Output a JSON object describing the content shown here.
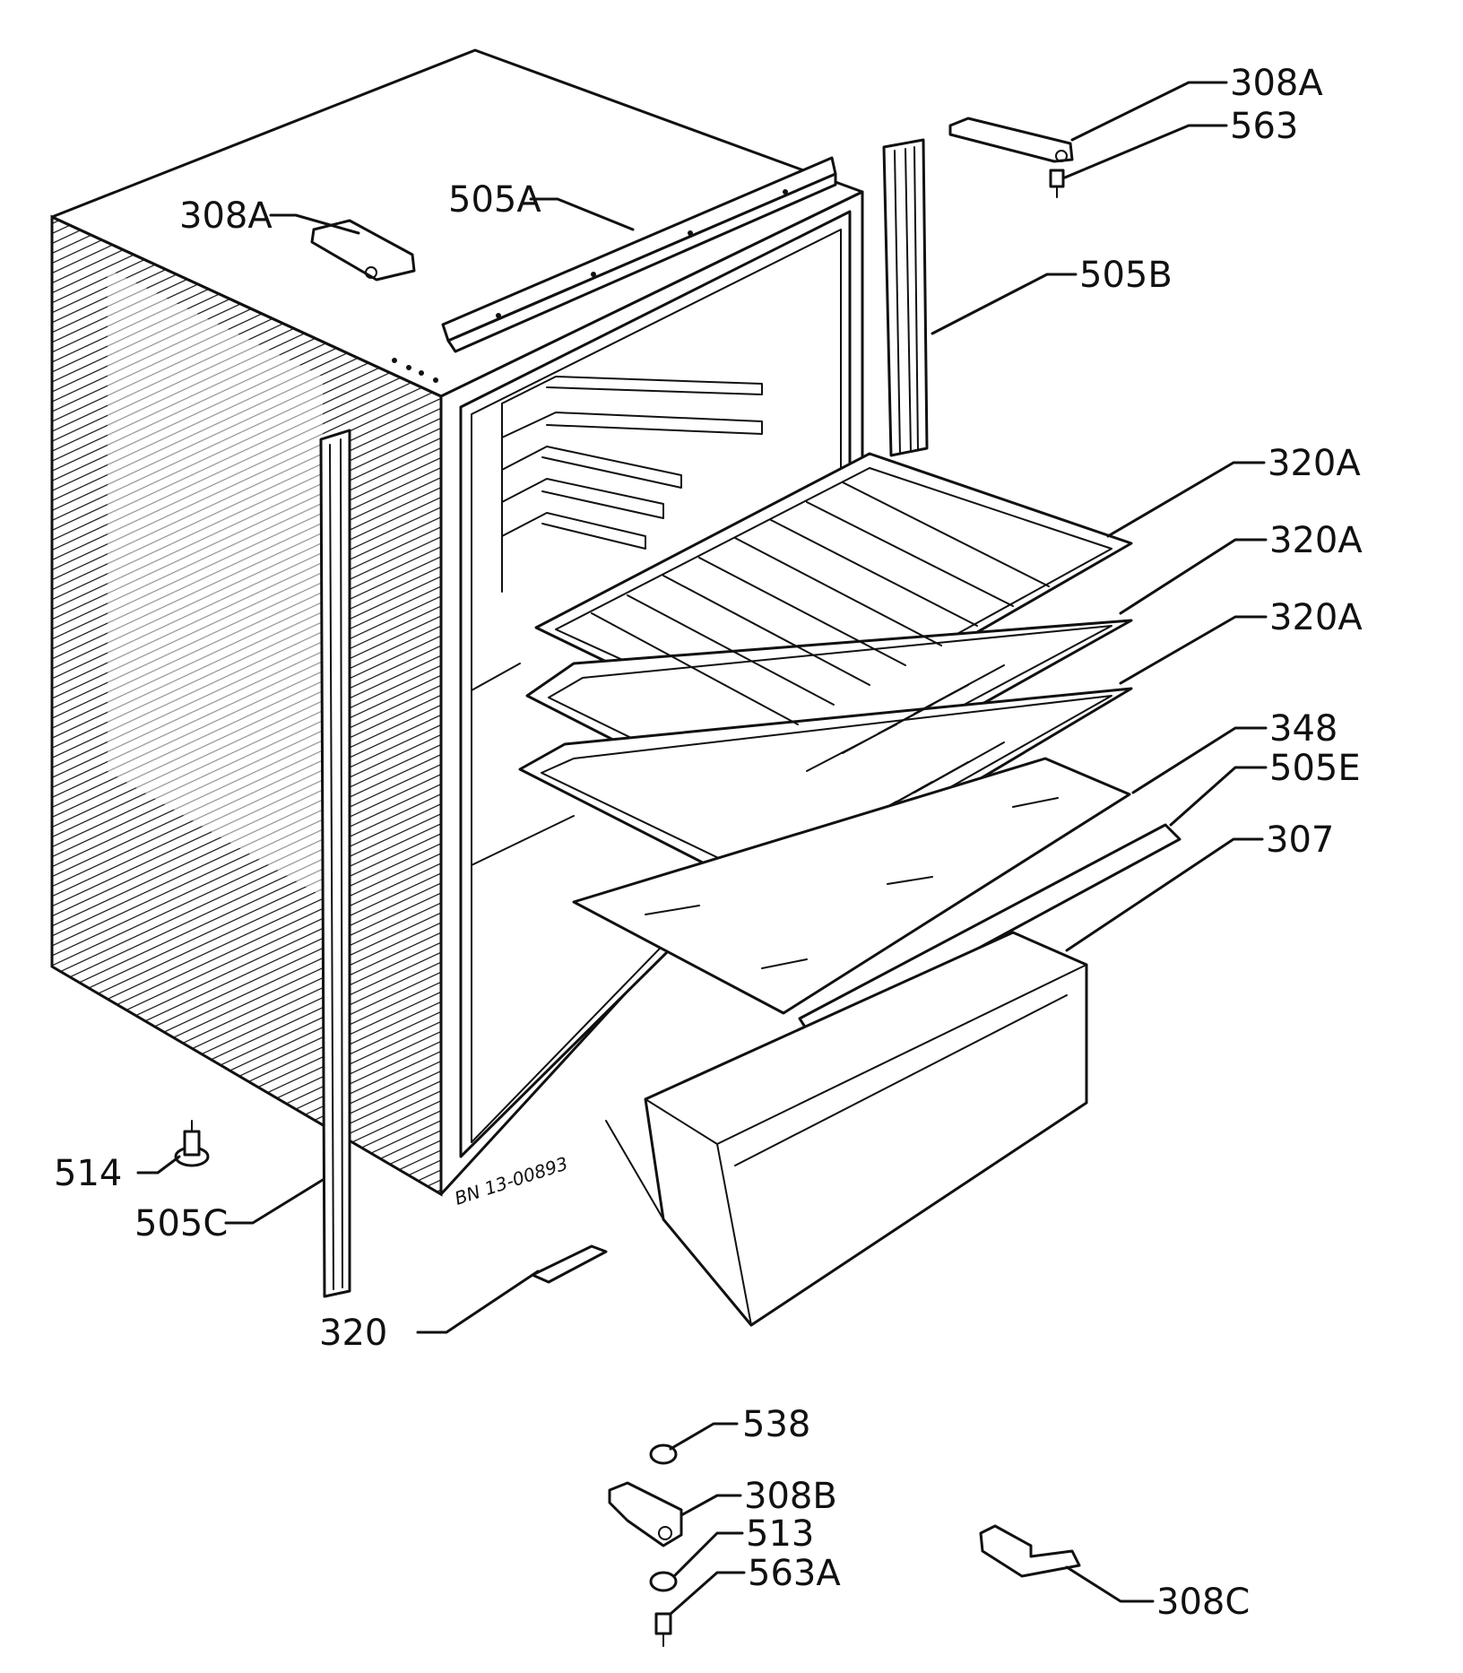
{
  "diagram": {
    "drawing_code": "BN 13-00893",
    "colors": {
      "ink": "#111111",
      "paper": "#ffffff"
    },
    "parts": [
      {
        "id": "hinge-top-left",
        "label": "308A"
      },
      {
        "id": "door-strip-top",
        "label": "505A"
      },
      {
        "id": "hinge-top-right",
        "label": "308A"
      },
      {
        "id": "hinge-pin-top",
        "label": "563"
      },
      {
        "id": "door-strip-right",
        "label": "505B"
      },
      {
        "id": "shelf-1",
        "label": "320A"
      },
      {
        "id": "shelf-2",
        "label": "320A"
      },
      {
        "id": "shelf-3",
        "label": "320A"
      },
      {
        "id": "glass-shelf",
        "label": "348"
      },
      {
        "id": "glass-trim",
        "label": "505E"
      },
      {
        "id": "crisper-drawer",
        "label": "307"
      },
      {
        "id": "foot",
        "label": "514"
      },
      {
        "id": "door-strip-left",
        "label": "505C"
      },
      {
        "id": "shelf-support",
        "label": "320"
      },
      {
        "id": "cap",
        "label": "538"
      },
      {
        "id": "hinge-bottom",
        "label": "308B"
      },
      {
        "id": "washer",
        "label": "513"
      },
      {
        "id": "hinge-pin-bottom",
        "label": "563A"
      },
      {
        "id": "hinge-bottom-alt",
        "label": "308C"
      }
    ]
  }
}
